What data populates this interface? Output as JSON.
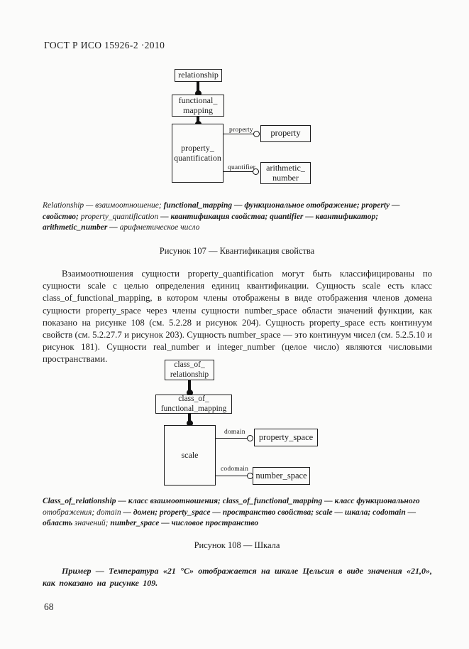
{
  "page": {
    "header": "ГОСТ Р ИСО 15926-2 ·2010",
    "page_number": "68"
  },
  "figure107": {
    "boxes": {
      "relationship": "relationship",
      "functional_mapping": [
        "functional_",
        "mapping"
      ],
      "property_quantification": [
        "property_",
        "quantification"
      ],
      "property": "property",
      "arithmetic_number": [
        "arithmetic_",
        "number"
      ]
    },
    "connector_labels": {
      "property": "property",
      "quantifier": "quantifier"
    },
    "legend_segments": [
      {
        "text": "Relationship — взаимоотношение; ",
        "bold": false
      },
      {
        "text": "functional_mapping — функциональное отображение; property — свойство; ",
        "bold": true
      },
      {
        "text": "property_quantification ",
        "bold": false
      },
      {
        "text": "— квантификация свойства; quantifier — квантификатор; arithmetic_number — ",
        "bold": true
      },
      {
        "text": "арифметическое число",
        "bold": false
      }
    ],
    "caption": "Рисунок 107 — Квантификация свойства"
  },
  "body_paragraph": "Взаимоотношения сущности property_quantification могут быть классифицированы по сущности scale с целью определения единиц квантификации. Сущность scale есть класс class_of_functional_mapping, в котором члены отображены в виде отображения членов домена сущности property_space через члены сущности number_space области значений функции, как показано на рисунке 108 (см. 5.2.28 и рисунок 204). Сущность property_space есть континуум свойств (см. 5.2.27.7 и рисунок 203). Сущность number_space — это континуум чисел (см. 5.2.5.10 и рисунок 181). Сущности real_number и integer_number (целое число) являются числовыми пространствами.",
  "figure108": {
    "boxes": {
      "class_of_relationship": [
        "class_of_",
        "relationship"
      ],
      "class_of_functional_mapping": [
        "class_of_",
        "functional_mapping"
      ],
      "scale": "scale",
      "property_space": "property_space",
      "number_space": "number_space"
    },
    "connector_labels": {
      "domain": "domain",
      "codomain": "codomain"
    },
    "legend_segments": [
      {
        "text": "Class_of_relationship — класс взаимоотношения; class_of_functional_mapping — класс функционального ",
        "bold": true
      },
      {
        "text": "отображения; domain ",
        "bold": false
      },
      {
        "text": "— домен; property_space — пространство свойства; scale — шкала; codomain — область ",
        "bold": true
      },
      {
        "text": "значений; ",
        "bold": false
      },
      {
        "text": "number_space — числовое пространство",
        "bold": true
      }
    ],
    "caption": "Рисунок 108 — Шкала"
  },
  "example": "Пример — Температура «21 °С» отображается на шкале Цельсия в виде значения «21,0», как показано на рисунке 109."
}
